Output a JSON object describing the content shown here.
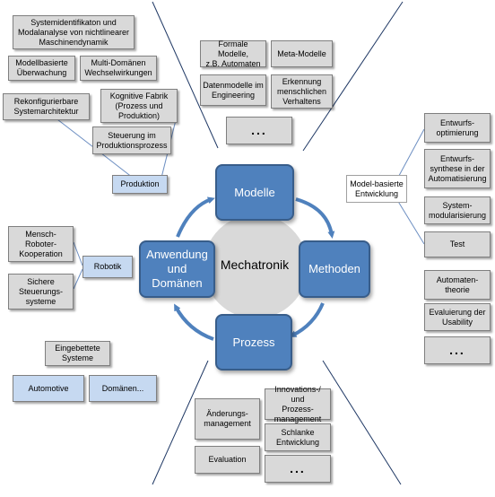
{
  "center": "Mechatronik",
  "hubs": {
    "modelle": "Modelle",
    "methoden": "Methoden",
    "prozess": "Prozess",
    "anwendung": "Anwendung\nund\nDomänen"
  },
  "top": {
    "formale": "Formale Modelle,\nz.B. Automaten",
    "meta": "Meta-Modelle",
    "datenmodelle": "Datenmodelle im\nEngineering",
    "erkennung": "Erkennung\nmenschlichen\nVerhaltens",
    "dots": "..."
  },
  "left_top": {
    "systemident": "Systemidentifikaton und\nModalanalyse von nichtlinearer\nMaschinendynamik",
    "modellbasierte": "Modellbasierte\nÜberwachung",
    "multidomaenen": "Multi-Domänen\nWechselwirkungen",
    "rekonfig": "Rekonfigurierbare\nSystemarchitektur",
    "kognitive": "Kognitive Fabrik\n(Prozess und\nProduktion)",
    "steuerung": "Steuerung im\nProduktionsprozess",
    "produktion": "Produktion"
  },
  "left_mid": {
    "mensch": "Mensch-\nRoboter-\nKooperation",
    "robotik": "Robotik",
    "sichere": "Sichere\nSteuerungs-\nsysteme"
  },
  "left_bottom": {
    "eingebettete": "Eingebettete\nSysteme",
    "automotive": "Automotive",
    "domaenen": "Domänen..."
  },
  "right": {
    "model_basierte": "Model-basierte\nEntwicklung",
    "entwurfsopt": "Entwurfs-\noptimierung",
    "entwurfssyn": "Entwurfs-\nsynthese in der\nAutomatisierung",
    "system_mod": "System-\nmodularisierung",
    "test": "Test",
    "automaten": "Automaten-\ntheorie",
    "evaluierung": "Evaluierung der\nUsability",
    "dots": "..."
  },
  "bottom": {
    "aenderung": "Änderungs-\nmanagement",
    "innovations": "Innovations-/ und\nProzess-\nmanagement",
    "evaluation": "Evaluation",
    "schlanke": "Schlanke\nEntwicklung",
    "dots": "..."
  },
  "colors": {
    "hub_fill": "#4f81bd",
    "hub_border": "#385d8a",
    "circle": "#d9d9d9",
    "box_grey": "#d9d9d9",
    "box_blue": "#c6d9f1",
    "line": "#1f3864",
    "connector": "#6d8fc2"
  }
}
